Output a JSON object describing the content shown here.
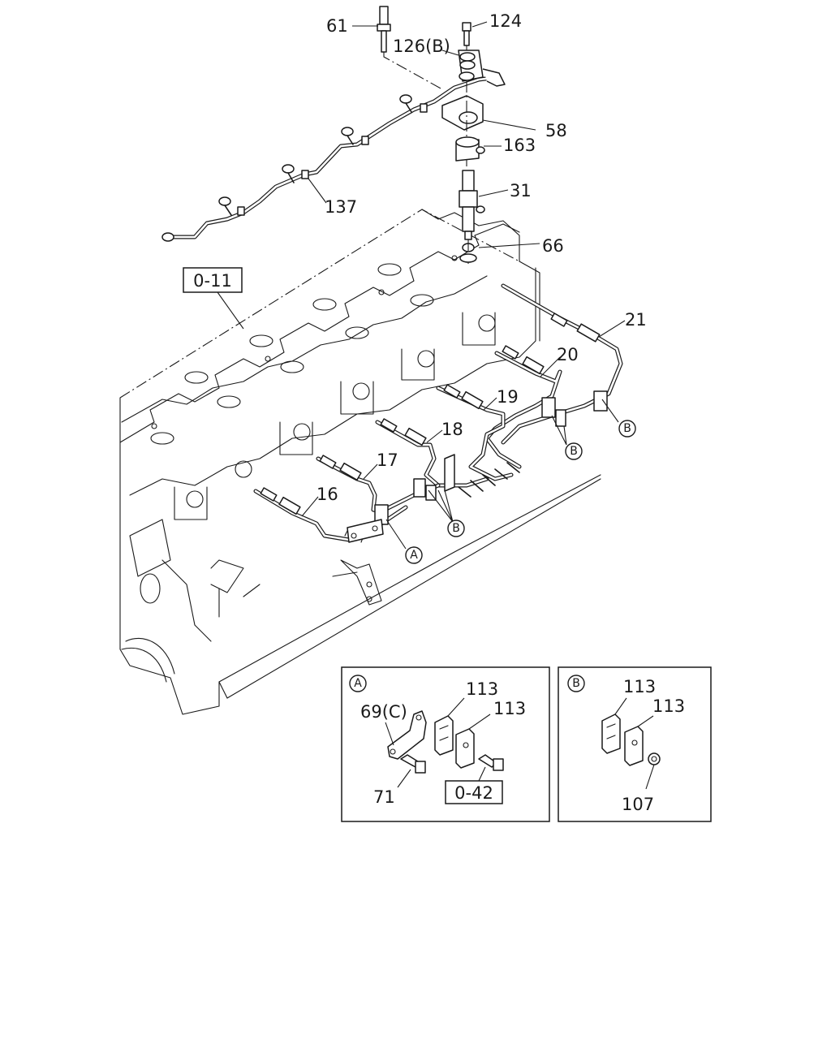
{
  "diagram": {
    "callouts": {
      "c61": "61",
      "c124": "124",
      "c126": "126(B)",
      "c58": "58",
      "c163": "163",
      "c31": "31",
      "c137": "137",
      "c66": "66",
      "c21": "21",
      "c20": "20",
      "c19": "19",
      "c18": "18",
      "c17": "17",
      "c16": "16"
    },
    "refs": {
      "main_ref": "0-11",
      "inset_a_ref": "0-42"
    },
    "view_markers": {
      "a": "A",
      "b": "B"
    },
    "inset_a": {
      "c113a": "113",
      "c113b": "113",
      "c69": "69(C)",
      "c71": "71"
    },
    "inset_b": {
      "c113a": "113",
      "c113b": "113",
      "c107": "107"
    }
  }
}
